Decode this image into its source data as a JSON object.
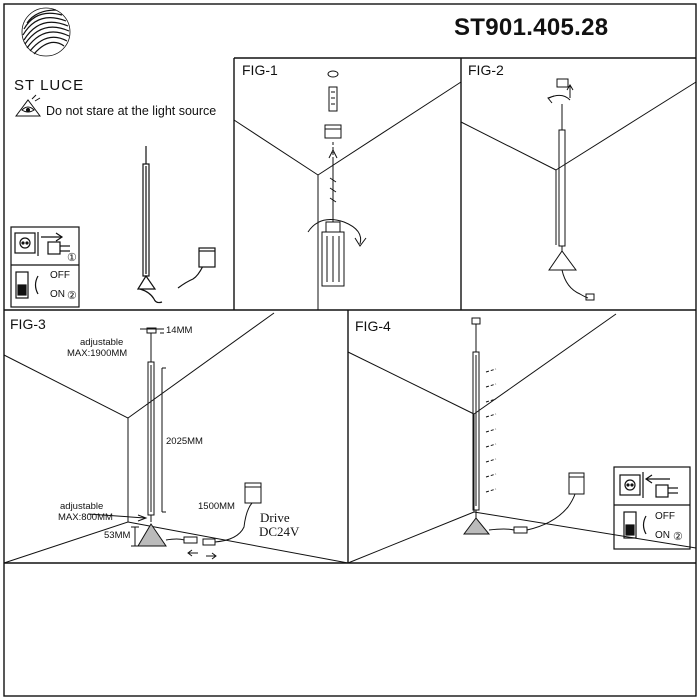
{
  "header": {
    "brand": "ST LUCE",
    "model_code": "ST901.405.28",
    "warning_text": "Do not stare at the light source"
  },
  "figures": {
    "fig1": "FIG-1",
    "fig2": "FIG-2",
    "fig3": "FIG-3",
    "fig4": "FIG-4"
  },
  "power_panel": {
    "off": "OFF",
    "on": "ON",
    "step1": "①",
    "step2": "②"
  },
  "fig3_labels": {
    "top_adjustable": "adjustable",
    "top_max": "MAX:1900MM",
    "canopy_height": "14MM",
    "tube_length": "2025MM",
    "cable_length": "1500MM",
    "bottom_adjustable": "adjustable",
    "bottom_max": "MAX:800MM",
    "base_height": "53MM",
    "drive": "Drive",
    "voltage": "DC24V"
  }
}
